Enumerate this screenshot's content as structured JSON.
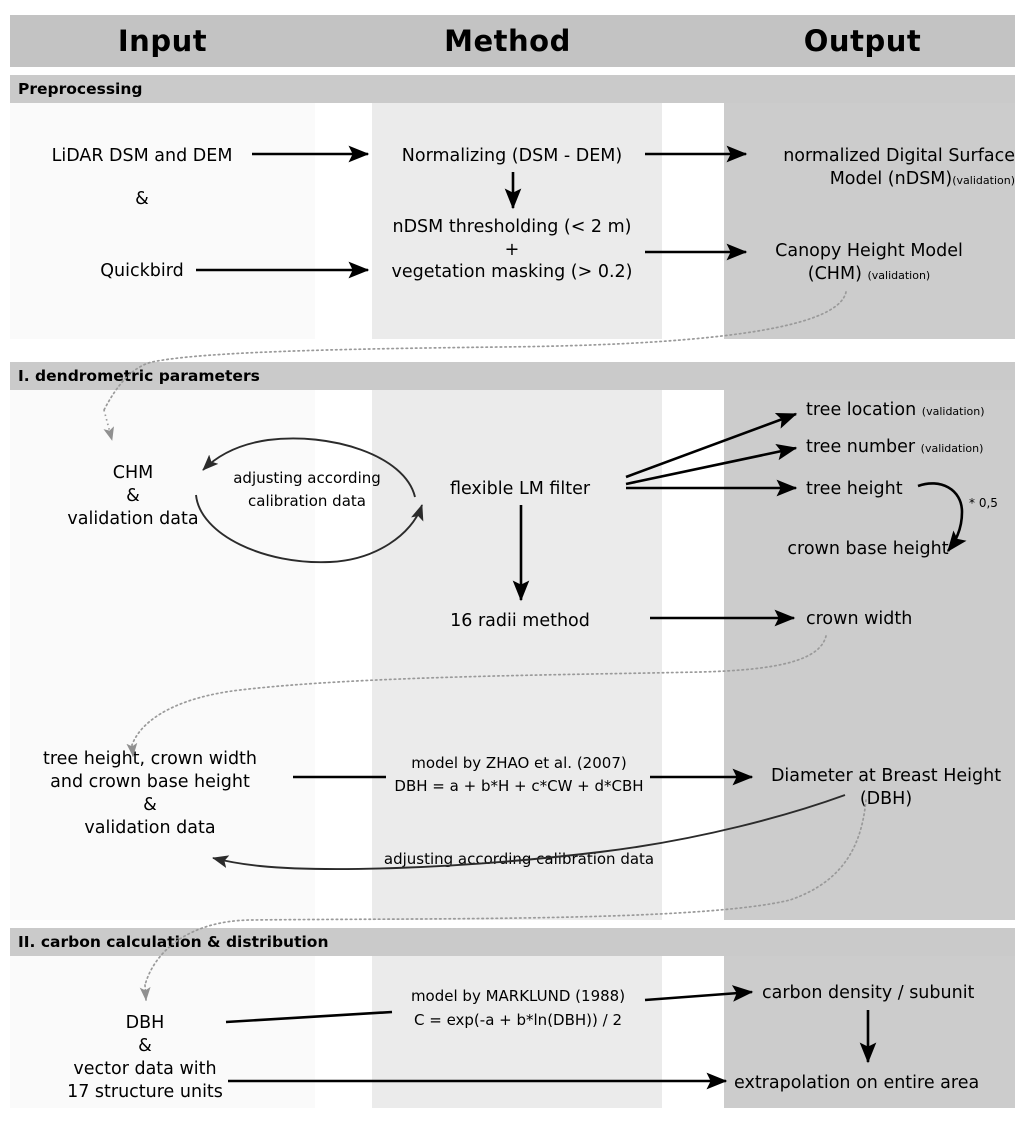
{
  "header": {
    "columns": [
      {
        "label": "Input"
      },
      {
        "label": "Method"
      },
      {
        "label": "Output"
      }
    ]
  },
  "sections": [
    {
      "id": "preprocessing",
      "label": "Preprocessing"
    },
    {
      "id": "dendrometric",
      "label": "I. dendrometric parameters"
    },
    {
      "id": "carbon",
      "label": "II. carbon calculation & distribution"
    }
  ],
  "preprocessing": {
    "input": {
      "lidar": "LiDAR DSM and DEM",
      "amp": "&",
      "quickbird": "Quickbird"
    },
    "method": {
      "normalizing": "Normalizing (DSM - DEM)",
      "threshold_line1": "nDSM thresholding (< 2 m)",
      "threshold_line2": "+",
      "threshold_line3": "vegetation masking (> 0.2)"
    },
    "output": {
      "ndsm_line1": "normalized Digital Surface",
      "ndsm_line2": "Model (nDSM)",
      "ndsm_note": "(validation)",
      "chm_line1": "Canopy Height Model",
      "chm_line2": "(CHM)",
      "chm_note": "(validation)"
    }
  },
  "dendrometric": {
    "input": {
      "chm": "CHM",
      "amp": "&",
      "validation": "validation data"
    },
    "loop": {
      "label_line1": "adjusting according",
      "label_line2": "calibration data"
    },
    "method": {
      "lm_filter": "flexible LM filter",
      "radii": "16 radii method"
    },
    "output": {
      "tree_location": "tree location",
      "tree_location_note": "(validation)",
      "tree_number": "tree number",
      "tree_number_note": "(validation)",
      "tree_height": "tree height",
      "factor": "* 0,5",
      "crown_base_height": "crown base height",
      "crown_width": "crown width"
    }
  },
  "dbh": {
    "input": {
      "line1": "tree height, crown width",
      "line2": "and crown base height",
      "line3": "&",
      "line4": "validation data"
    },
    "method": {
      "model": "model by ZHAO et al. (2007)",
      "formula": "DBH = a + b*H + c*CW + d*CBH",
      "adjusting": "adjusting according calibration data"
    },
    "output": {
      "line1": "Diameter at Breast Height",
      "line2": "(DBH)"
    }
  },
  "carbon": {
    "input": {
      "dbh": "DBH",
      "amp": "&",
      "vector_line1": "vector data with",
      "vector_line2": "17 structure units"
    },
    "method": {
      "model": "model by MARKLUND (1988)",
      "formula": "C = exp(-a + b*ln(DBH)) / 2"
    },
    "output": {
      "density": "carbon density / subunit",
      "extrapolation": "extrapolation on entire area"
    }
  },
  "colors": {
    "title_bar": "#c3c3c3",
    "section_bar": "#cacaca",
    "input_band": "#fafafa",
    "method_band": "#ebebeb",
    "output_band": "#cccccc",
    "arrow": "#000000",
    "dotted_connector": "#999999"
  }
}
